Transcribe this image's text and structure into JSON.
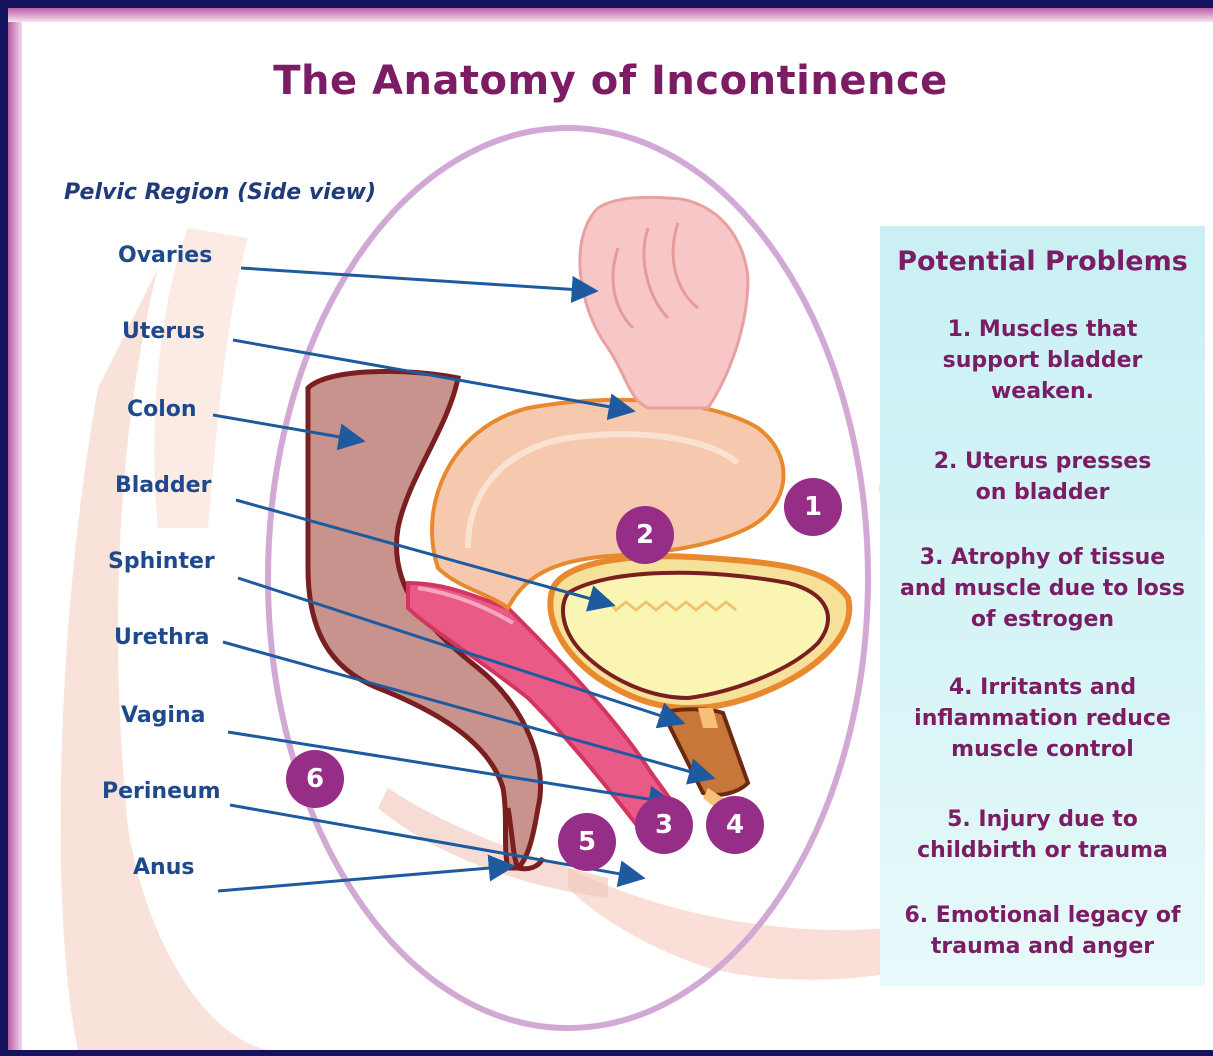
{
  "title": "The Anatomy of Incontinence",
  "subtitle": "Pelvic Region (Side view)",
  "labels": {
    "ovaries": "Ovaries",
    "uterus": "Uterus",
    "colon": "Colon",
    "bladder": "Bladder",
    "sphinter": "Sphinter",
    "urethra": "Urethra",
    "vagina": "Vagina",
    "perineum": "Perineum",
    "anus": "Anus"
  },
  "badges": [
    "1",
    "2",
    "3",
    "4",
    "5",
    "6"
  ],
  "problems": {
    "title": "Potential Problems",
    "items": [
      [
        "1. Muscles that",
        "support bladder",
        "weaken."
      ],
      [
        "2. Uterus presses",
        "on bladder"
      ],
      [
        "3. Atrophy of tissue",
        "and muscle due to loss",
        "of estrogen"
      ],
      [
        "4. Irritants and",
        "inflammation reduce",
        "muscle control"
      ],
      [
        "5. Injury due to",
        "childbirth or trauma"
      ],
      [
        "6. Emotional legacy of",
        "trauma and anger"
      ]
    ]
  },
  "colors": {
    "title": "#7b1c64",
    "label": "#1e4a8c",
    "badge": "#962d86",
    "panel": "#c9f0f4",
    "frame": "#14145e"
  }
}
